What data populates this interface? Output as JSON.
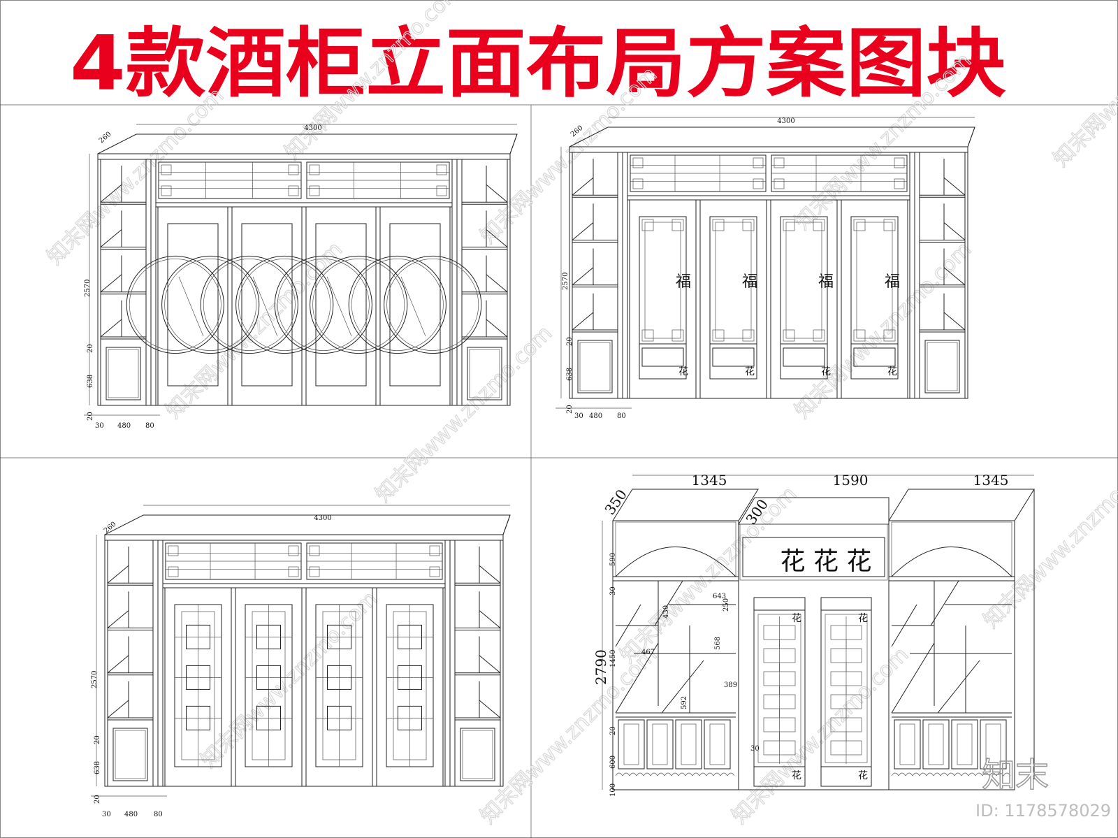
{
  "title": "4款酒柜立面布局方案图块",
  "title_color": "#e8001c",
  "watermark": "知末网www.znzmo.com",
  "logo": "知末",
  "image_id": "ID: 1178578029",
  "panels": [
    {
      "width": "4300",
      "depth": "260",
      "height": "2570",
      "gap_top": "20",
      "base": "638",
      "gap_bottom": "20",
      "side_left": "30",
      "shelf_width": "480",
      "pillar": "80"
    },
    {
      "width": "4300",
      "depth": "260",
      "height": "2570",
      "gap_top": "20",
      "base": "638",
      "gap_bottom": "20",
      "side_left": "30",
      "shelf_width": "480",
      "pillar": "80",
      "door_char": "福",
      "panel_char": "花"
    },
    {
      "width": "4300",
      "depth": "260",
      "height": "2570",
      "gap_top": "20",
      "base": "638",
      "gap_bottom": "20",
      "side_left": "30",
      "shelf_width": "480",
      "pillar": "80"
    },
    {
      "w_left": "1345",
      "w_mid": "1590",
      "w_right": "1345",
      "depth_side": "350",
      "depth_mid": "300",
      "h_arch": "590",
      "h_gap1": "30",
      "h_mid": "1450",
      "h_total": "2790",
      "h_gap2": "20",
      "h_base": "600",
      "h_plinth": "100",
      "d_643": "643",
      "d_250": "250",
      "d_430": "430",
      "d_467": "467",
      "d_568": "568",
      "d_389": "389",
      "d_592": "592",
      "d_30": "30",
      "sign": "花 花 花",
      "door_char": "花"
    }
  ]
}
